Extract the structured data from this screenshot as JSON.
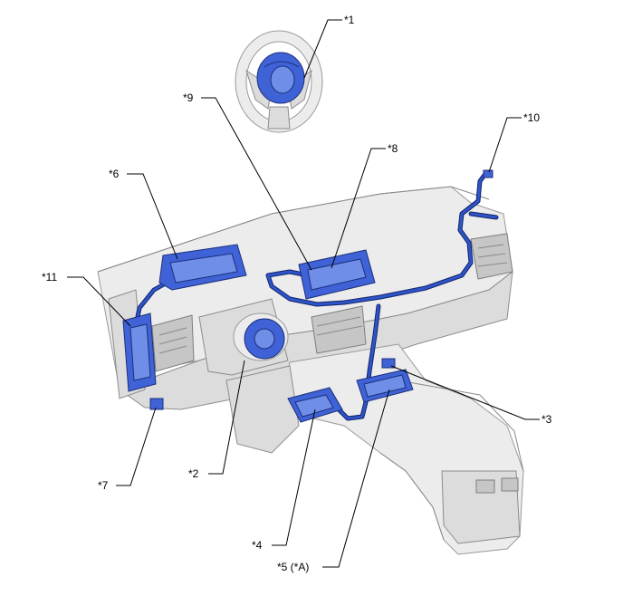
{
  "callouts": {
    "c1": "*1",
    "c2": "*2",
    "c3": "*3",
    "c4": "*4",
    "c5": "*5 (*A)",
    "c6": "*6",
    "c7": "*7",
    "c8": "*8",
    "c9": "*9",
    "c10": "*10",
    "c11": "*11"
  },
  "colors": {
    "component_highlight": "#3f63d6",
    "body_gray": "#dcdcdc"
  }
}
